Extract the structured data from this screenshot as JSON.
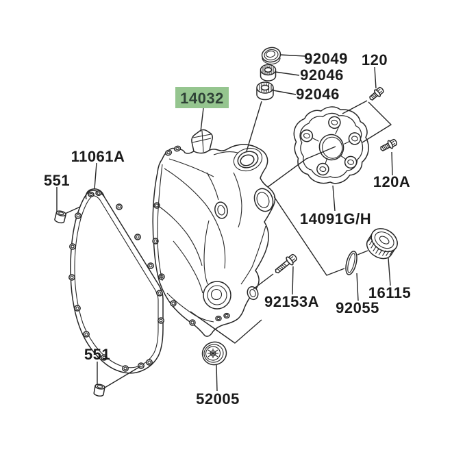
{
  "diagram": {
    "kind": "motorcycle-engine-cover-parts-diagram",
    "background": "#ffffff"
  },
  "colors": {
    "line": "#262626",
    "label_text": "#1a1a1a",
    "highlight_bg": "#95c58f",
    "highlight_text": "#2f4237"
  },
  "parts": [
    {
      "number": "92049",
      "highlighted": false
    },
    {
      "number": "92046",
      "highlighted": false
    },
    {
      "number": "92046",
      "highlighted": false
    },
    {
      "number": "120",
      "highlighted": false
    },
    {
      "number": "14032",
      "highlighted": true
    },
    {
      "number": "11061A",
      "highlighted": false
    },
    {
      "number": "551",
      "highlighted": false
    },
    {
      "number": "120A",
      "highlighted": false
    },
    {
      "number": "14091G/H",
      "highlighted": false
    },
    {
      "number": "92153A",
      "highlighted": false
    },
    {
      "number": "92055",
      "highlighted": false
    },
    {
      "number": "16115",
      "highlighted": false
    },
    {
      "number": "551",
      "highlighted": false
    },
    {
      "number": "52005",
      "highlighted": false
    }
  ]
}
